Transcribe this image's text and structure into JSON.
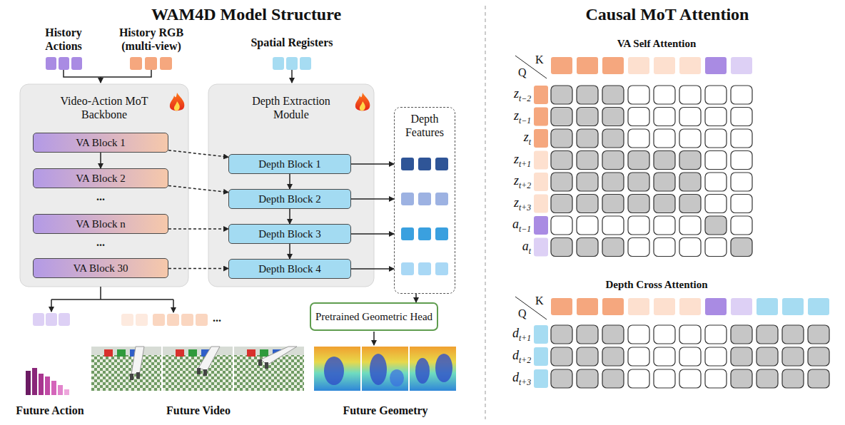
{
  "diagram": {
    "title": "WAM4D Model Structure",
    "nodes": [
      {
        "text": [
          "Video-Action MoT Backbone"
        ]
      },
      {
        "text": [
          "VA Block 1"
        ],
        "in": 0
      },
      {
        "text": [
          "VA Block 2"
        ],
        "in": 0
      },
      {
        "text": [
          "VA Block n"
        ],
        "in": 0
      },
      {
        "text": [
          "VA Block 30"
        ],
        "in": 0
      },
      {
        "text": [
          "Depth Extraction Module"
        ]
      },
      {
        "text": [
          "Depth Block 1"
        ],
        "in": 5
      },
      {
        "text": [
          "Depth Block 2"
        ],
        "in": 5
      },
      {
        "text": [
          "Depth Block 3"
        ],
        "in": 5
      },
      {
        "text": [
          "Depth Block 4"
        ],
        "in": 5
      },
      {
        "text": [
          "Depth Features"
        ]
      },
      {
        "text": [
          "Pretrained Geometric Head"
        ]
      }
    ],
    "edges": [
      {
        "from": 1,
        "to": 2,
        "arrow": "to"
      },
      {
        "from": 1,
        "to": 6,
        "arrow": "to"
      },
      {
        "from": 2,
        "to": 7,
        "arrow": "to"
      },
      {
        "from": 3,
        "to": 8,
        "arrow": "to"
      },
      {
        "from": 4,
        "to": 9,
        "arrow": "to"
      },
      {
        "from": 6,
        "to": 7,
        "arrow": "to"
      },
      {
        "from": 7,
        "to": 8,
        "arrow": "to"
      },
      {
        "from": 8,
        "to": 9,
        "arrow": "to"
      },
      {
        "from": 6,
        "to": 10,
        "arrow": "to"
      },
      {
        "from": 7,
        "to": 10,
        "arrow": "to"
      },
      {
        "from": 8,
        "to": 10,
        "arrow": "to"
      },
      {
        "from": 9,
        "to": 10,
        "arrow": "to"
      },
      {
        "from": 10,
        "to": 11,
        "arrow": "to"
      }
    ],
    "labels": [
      "Causal MoT Attention",
      "History Actions",
      "History RGB (multi-view)",
      "Spatial Registers",
      "...",
      "...",
      "...",
      "Future Action",
      "Future Video",
      "Future Geometry",
      "VA Self Attention",
      "Q",
      "K",
      "zt−2",
      "zt−1",
      "zt",
      "zt+1",
      "zt+2",
      "zt+3",
      "at−1",
      "at",
      "Depth Cross Attention",
      "Q",
      "K",
      "dt+1",
      "dt+2",
      "dt+3"
    ]
  }
}
